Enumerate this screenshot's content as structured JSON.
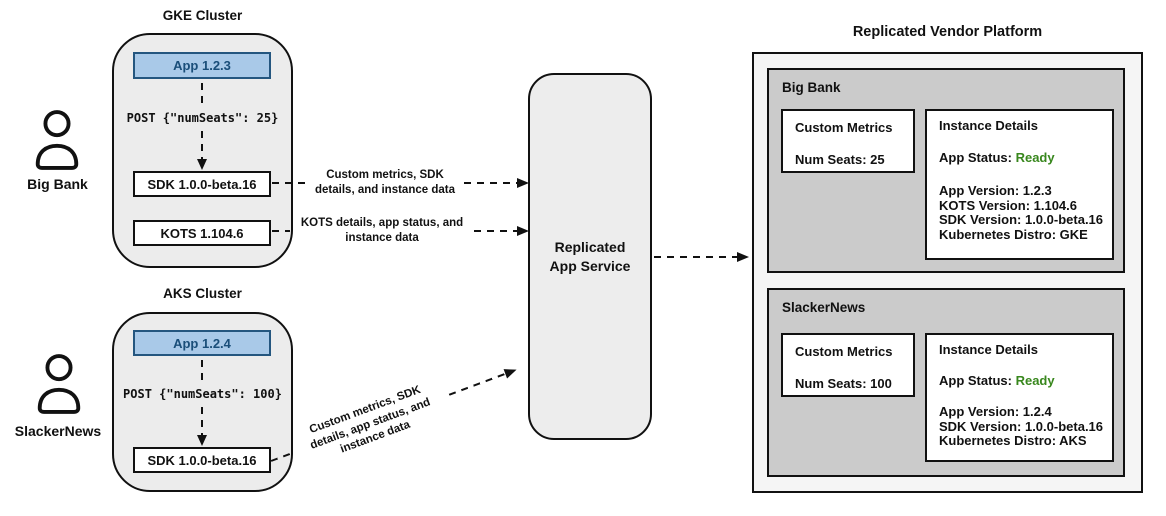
{
  "colors": {
    "app_fill": "#a9c9e8",
    "app_border": "#24567f",
    "app_text": "#1a4e79",
    "ready_green": "#38871d"
  },
  "gke": {
    "cluster_title": "GKE Cluster",
    "app": "App 1.2.3",
    "post": "POST {\"numSeats\": 25}",
    "sdk": "SDK 1.0.0-beta.16",
    "kots": "KOTS 1.104.6",
    "user": "Big Bank"
  },
  "aks": {
    "cluster_title": "AKS Cluster",
    "app": "App 1.2.4",
    "post": "POST {\"numSeats\": 100}",
    "sdk": "SDK 1.0.0-beta.16",
    "user": "SlackerNews"
  },
  "arrows": {
    "sdk_to_service": "Custom metrics, SDK\ndetails, and instance data",
    "kots_to_service": "KOTS details, app status, and\ninstance data",
    "aks_sdk_to_service": "Custom metrics, SDK\ndetails, app status, and\ninstance data"
  },
  "service": {
    "label": "Replicated\nApp Service"
  },
  "platform": {
    "title": "Replicated Vendor Platform",
    "customers": [
      {
        "name": "Big Bank",
        "metrics_title": "Custom Metrics",
        "metrics_value": "Num Seats: 25",
        "details_title": "Instance Details",
        "status_label": "App Status:",
        "status_value": "Ready",
        "details": {
          "0": "App Version: 1.2.3",
          "1": "KOTS Version: 1.104.6",
          "2": "SDK Version: 1.0.0-beta.16",
          "3": "Kubernetes Distro: GKE"
        }
      },
      {
        "name": "SlackerNews",
        "metrics_title": "Custom Metrics",
        "metrics_value": "Num Seats: 100",
        "details_title": "Instance Details",
        "status_label": "App Status:",
        "status_value": "Ready",
        "details": {
          "0": "App Version: 1.2.4",
          "1": "SDK Version: 1.0.0-beta.16",
          "2": "Kubernetes Distro: AKS"
        }
      }
    ]
  }
}
